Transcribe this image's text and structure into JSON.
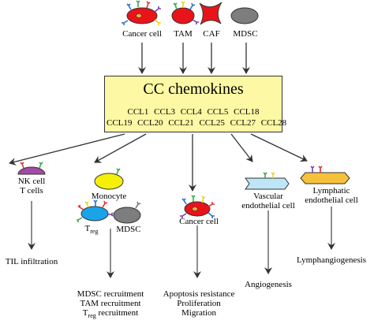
{
  "sources": [
    {
      "id": "cancer",
      "label": "Cancer cell"
    },
    {
      "id": "tam",
      "label": "TAM"
    },
    {
      "id": "caf",
      "label": "CAF"
    },
    {
      "id": "mdsc",
      "label": "MDSC"
    }
  ],
  "central": {
    "title": "CC chemokines",
    "row1": [
      "CCL1",
      "CCL3",
      "CCL4",
      "CCL5",
      "CCL18"
    ],
    "row2": [
      "CCL19",
      "CCL20",
      "CCL21",
      "CCL25",
      "CCL27",
      "CCL28"
    ]
  },
  "targets": {
    "nk": {
      "line1": "NK cell",
      "line2": "T cells",
      "outcome": "TIL infiltration"
    },
    "mono": {
      "monocyte": "Monocyte",
      "treg_main": "T",
      "treg_sub": "reg",
      "mdsc": "MDSC",
      "outcome1": "MDSC  recruitment",
      "outcome2": "TAM recruitment",
      "outcome3_main": "T",
      "outcome3_sub": "reg",
      "outcome3_rest": " recruitment"
    },
    "cancer": {
      "label": "Cancer cell",
      "outcome1": "Apoptosis resistance",
      "outcome2": "Proliferation",
      "outcome3": "Migration"
    },
    "vascular": {
      "line1": "Vascular",
      "line2": "endothelial cell",
      "outcome": "Angiogenesis"
    },
    "lymph": {
      "line1": "Lymphatic",
      "line2": "endothelial cell",
      "outcome": "Lymphangiogenesis"
    }
  },
  "colors": {
    "box_fill": "#fcf8a3",
    "cancer_cell": "#e8141a",
    "caf": "#e8141a",
    "mdsc": "#7d7d7d",
    "nk_cell": "#a24aa6",
    "monocyte": "#f4f00a",
    "treg": "#1aa3e8",
    "vascular": "#bfe6f6",
    "lymphatic": "#f6c23c",
    "receptor_red": "#e03030",
    "receptor_blue": "#2a6fd6",
    "receptor_green": "#3aa84a",
    "receptor_yellow": "#f0d21a",
    "receptor_purple": "#7a3fb0"
  }
}
